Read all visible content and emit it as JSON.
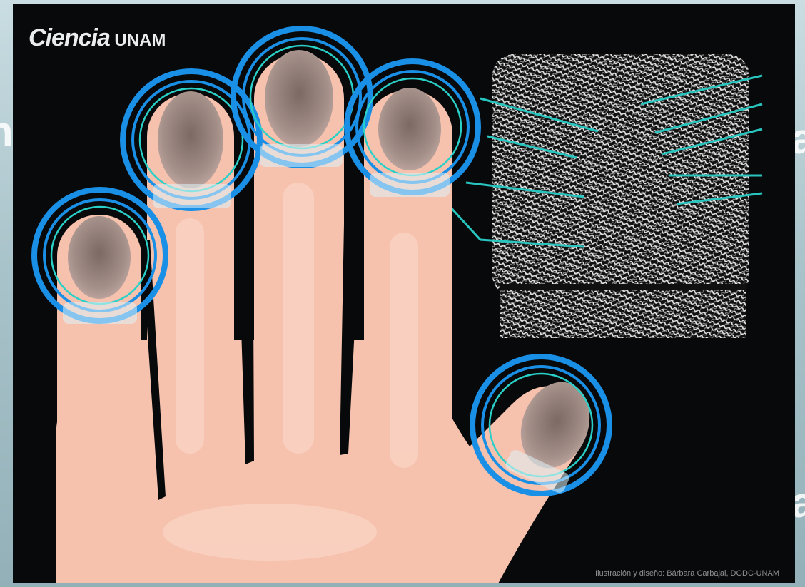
{
  "logo": {
    "name": "Ciencia",
    "org": "UNAM"
  },
  "credit": "Ilustración y diseño: Bárbara Carbajal, DGDC-UNAM",
  "side_letters": [
    "n",
    "a",
    "a"
  ],
  "colors": {
    "ring_blue": "#1a8fe6",
    "ring_teal": "#2ad0c8",
    "skin": "#f6c2ae",
    "background": "#08090b"
  },
  "icons": [
    "fingerprint-icon"
  ]
}
